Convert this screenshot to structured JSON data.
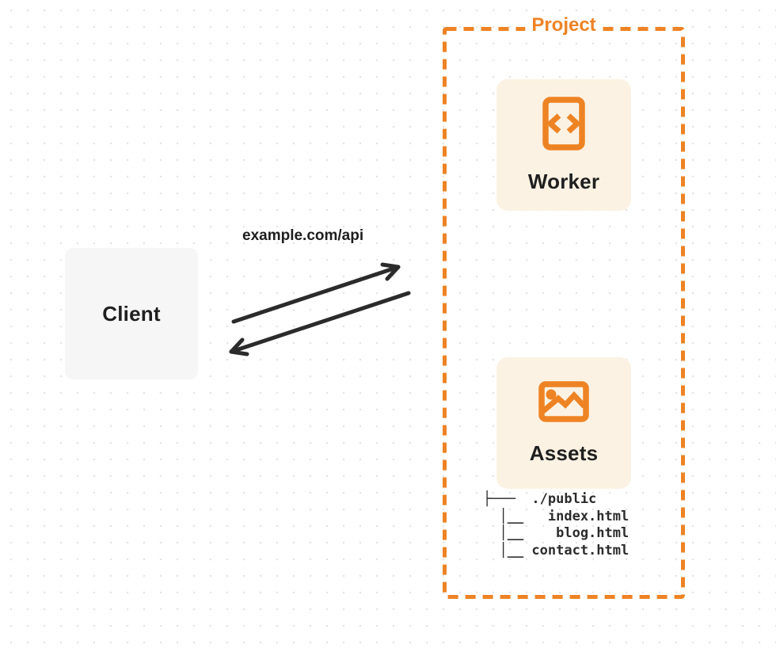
{
  "canvas": {
    "background": "#FFFFFF",
    "dot_color": "#E5E5E5"
  },
  "colors": {
    "accent_orange": "#EE8324",
    "card_cream": "#FCF2E3",
    "client_gray": "#F6F6F7",
    "arrow_dark": "#2B2B2B",
    "text_dark": "#1F1F1F"
  },
  "client": {
    "label": "Client"
  },
  "request": {
    "label": "example.com/api"
  },
  "project": {
    "label": "Project",
    "worker": {
      "label": "Worker",
      "icon": "code-file-icon"
    },
    "assets": {
      "label": "Assets",
      "icon": "image-icon"
    },
    "file_tree": {
      "ascii": "├───  ./public\n  │__   index.html\n  │__    blog.html\n  │__ contact.html",
      "root": "./public",
      "files": [
        "index.html",
        "blog.html",
        "contact.html"
      ]
    }
  }
}
